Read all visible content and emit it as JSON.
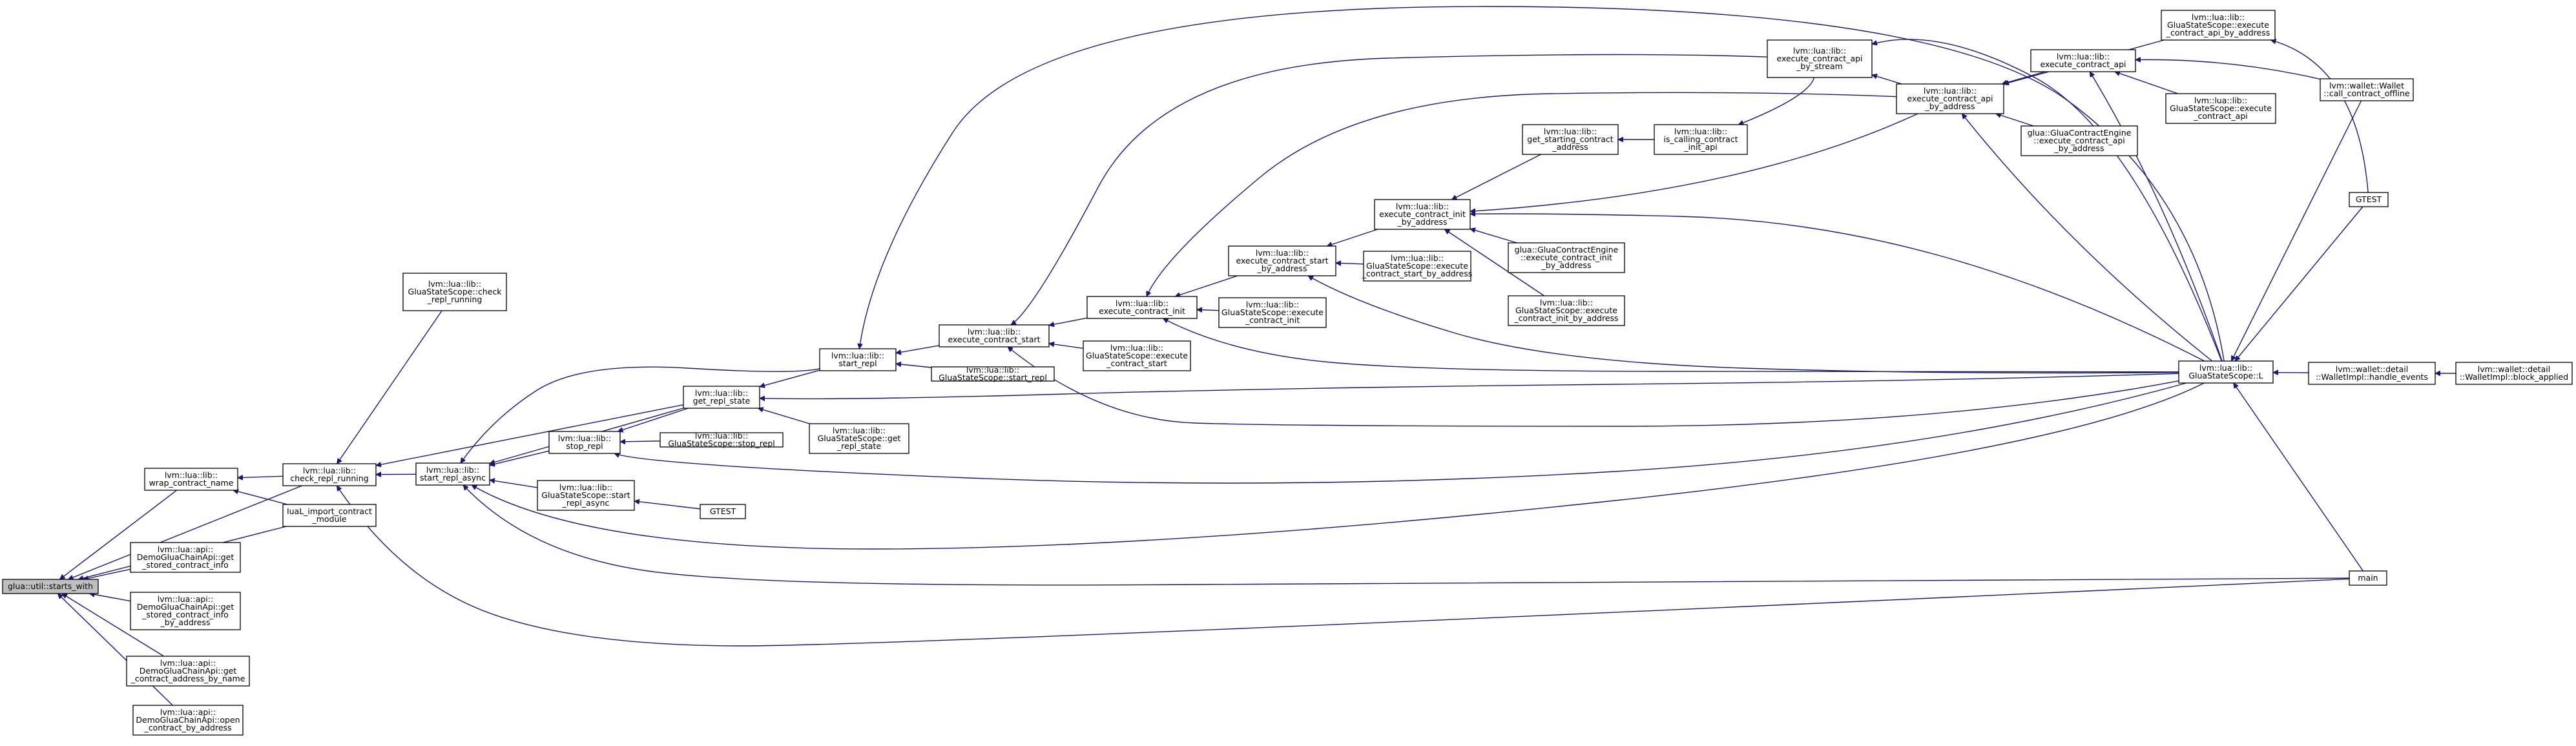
{
  "root": {
    "lines": [
      "glua::util::starts_with"
    ]
  },
  "nodes": {
    "wrap": {
      "lines": [
        "lvm::lua::lib::",
        "wrap_contract_name"
      ]
    },
    "check": {
      "lines": [
        "lvm::lua::lib::",
        "check_repl_running"
      ]
    },
    "luaL_import": {
      "lines": [
        "luaL_import_contract",
        "_module"
      ]
    },
    "demo_stored": {
      "lines": [
        "lvm::lua::api::",
        "DemoGluaChainApi::get",
        "_stored_contract_info"
      ]
    },
    "demo_stored_addr": {
      "lines": [
        "lvm::lua::api::",
        "DemoGluaChainApi::get",
        "_stored_contract_info",
        "_by_address"
      ]
    },
    "demo_addr_name": {
      "lines": [
        "lvm::lua::api::",
        "DemoGluaChainApi::get",
        "_contract_address_by_name"
      ]
    },
    "demo_open": {
      "lines": [
        "lvm::lua::api::",
        "DemoGluaChainApi::open",
        "_contract_by_address"
      ]
    },
    "scope_check": {
      "lines": [
        "lvm::lua::lib::",
        "GluaStateScope::check",
        "_repl_running"
      ]
    },
    "start_async": {
      "lines": [
        "lvm::lua::lib::",
        "start_repl_async"
      ]
    },
    "stop_repl": {
      "lines": [
        "lvm::lua::lib::",
        "stop_repl"
      ]
    },
    "scope_start_async": {
      "lines": [
        "lvm::lua::lib::",
        "GluaStateScope::start",
        "_repl_async"
      ]
    },
    "gtest1": {
      "lines": [
        "GTEST"
      ]
    },
    "get_state": {
      "lines": [
        "lvm::lua::lib::",
        "get_repl_state"
      ]
    },
    "scope_stop": {
      "lines": [
        "lvm::lua::lib::",
        "GluaStateScope::stop_repl"
      ]
    },
    "scope_get_state": {
      "lines": [
        "lvm::lua::lib::",
        "GluaStateScope::get",
        "_repl_state"
      ]
    },
    "start_repl": {
      "lines": [
        "lvm::lua::lib::",
        "start_repl"
      ]
    },
    "ecs": {
      "lines": [
        "lvm::lua::lib::",
        "execute_contract_start"
      ]
    },
    "scope_start_repl": {
      "lines": [
        "lvm::lua::lib::",
        "GluaStateScope::start_repl"
      ]
    },
    "eci": {
      "lines": [
        "lvm::lua::lib::",
        "execute_contract_init"
      ]
    },
    "scope_ecs": {
      "lines": [
        "lvm::lua::lib::",
        "GluaStateScope::execute",
        "_contract_start"
      ]
    },
    "ecsba": {
      "lines": [
        "lvm::lua::lib::",
        "execute_contract_start",
        "_by_address"
      ]
    },
    "scope_eci": {
      "lines": [
        "lvm::lua::lib::",
        "GluaStateScope::execute",
        "_contract_init"
      ]
    },
    "scope_ecsba": {
      "lines": [
        "lvm::lua::lib::",
        "GluaStateScope::execute",
        "_contract_start_by_address"
      ]
    },
    "eciba": {
      "lines": [
        "lvm::lua::lib::",
        "execute_contract_init",
        "_by_address"
      ]
    },
    "gsca": {
      "lines": [
        "lvm::lua::lib::",
        "get_starting_contract",
        "_address"
      ]
    },
    "icci": {
      "lines": [
        "lvm::lua::lib::",
        "is_calling_contract",
        "_init_api"
      ]
    },
    "engine_init": {
      "lines": [
        "glua::GluaContractEngine",
        "::execute_contract_init",
        "_by_address"
      ]
    },
    "scope_eciba": {
      "lines": [
        "lvm::lua::lib::",
        "GluaStateScope::execute",
        "_contract_init_by_address"
      ]
    },
    "ecabs": {
      "lines": [
        "lvm::lua::lib::",
        "execute_contract_api",
        "_by_stream"
      ]
    },
    "ecaba": {
      "lines": [
        "lvm::lua::lib::",
        "execute_contract_api",
        "_by_address"
      ]
    },
    "eca": {
      "lines": [
        "lvm::lua::lib::",
        "execute_contract_api"
      ]
    },
    "engine_api": {
      "lines": [
        "glua::GluaContractEngine",
        "::execute_contract_api",
        "_by_address"
      ]
    },
    "scope_ecaba": {
      "lines": [
        "lvm::lua::lib::",
        "GluaStateScope::execute",
        "_contract_api_by_address"
      ]
    },
    "scope_eca": {
      "lines": [
        "lvm::lua::lib::",
        "GluaStateScope::execute",
        "_contract_api"
      ]
    },
    "scope_L": {
      "lines": [
        "lvm::lua::lib::",
        "GluaStateScope::L"
      ]
    },
    "wallet_offline": {
      "lines": [
        "lvm::wallet::Wallet",
        "::call_contract_offline"
      ]
    },
    "gtest2": {
      "lines": [
        "GTEST"
      ]
    },
    "handle_events": {
      "lines": [
        "lvm::wallet::detail",
        "::WalletImpl::handle_events"
      ]
    },
    "block_applied": {
      "lines": [
        "lvm::wallet::detail",
        "::WalletImpl::block_applied"
      ]
    },
    "main": {
      "lines": [
        "main"
      ]
    }
  }
}
